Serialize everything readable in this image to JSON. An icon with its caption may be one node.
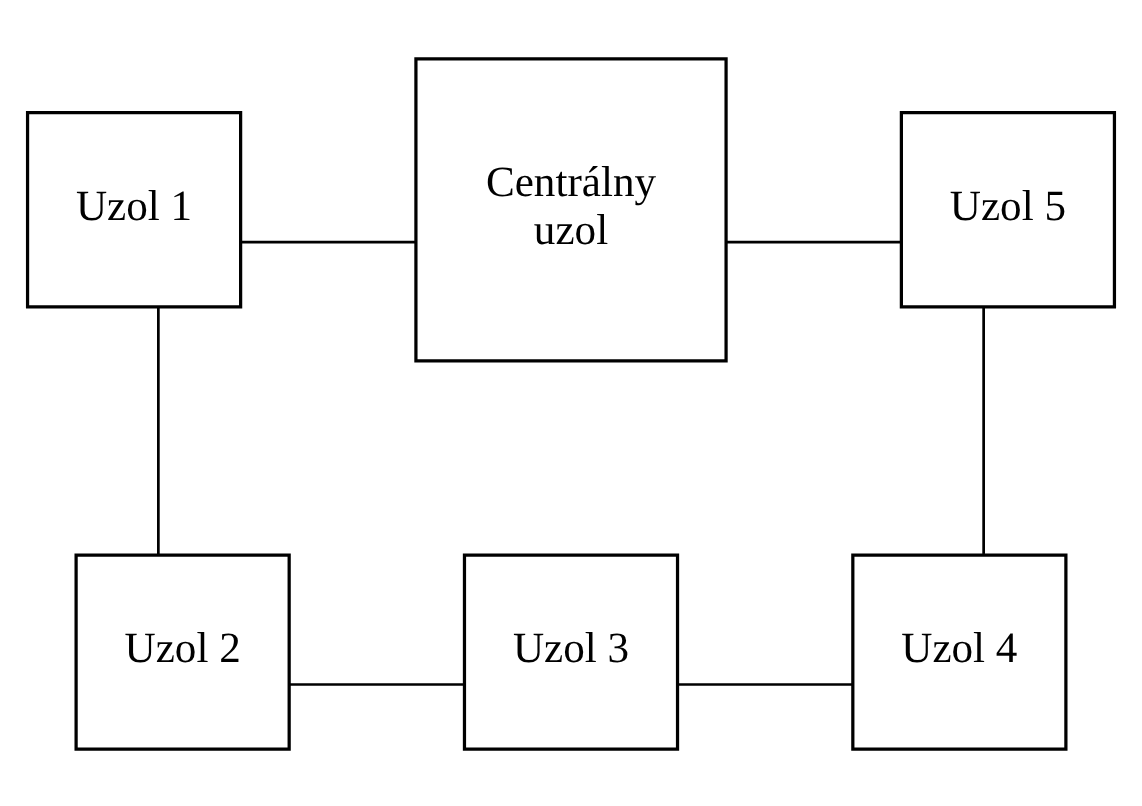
{
  "diagram": {
    "nodes": [
      {
        "text": [
          "Uzol 1"
        ]
      },
      {
        "text": [
          "Centrálny uzol"
        ]
      },
      {
        "text": [
          "Uzol 5"
        ]
      },
      {
        "text": [
          "Uzol 2"
        ]
      },
      {
        "text": [
          "Uzol 3"
        ]
      },
      {
        "text": [
          "Uzol 4"
        ]
      }
    ],
    "edges": [
      {
        "from": 0,
        "to": 1,
        "arrow": "none"
      },
      {
        "from": 1,
        "to": 2,
        "arrow": "none"
      },
      {
        "from": 0,
        "to": 3,
        "arrow": "none"
      },
      {
        "from": 3,
        "to": 4,
        "arrow": "none"
      },
      {
        "from": 4,
        "to": 5,
        "arrow": "none"
      },
      {
        "from": 5,
        "to": 2,
        "arrow": "none"
      }
    ]
  }
}
